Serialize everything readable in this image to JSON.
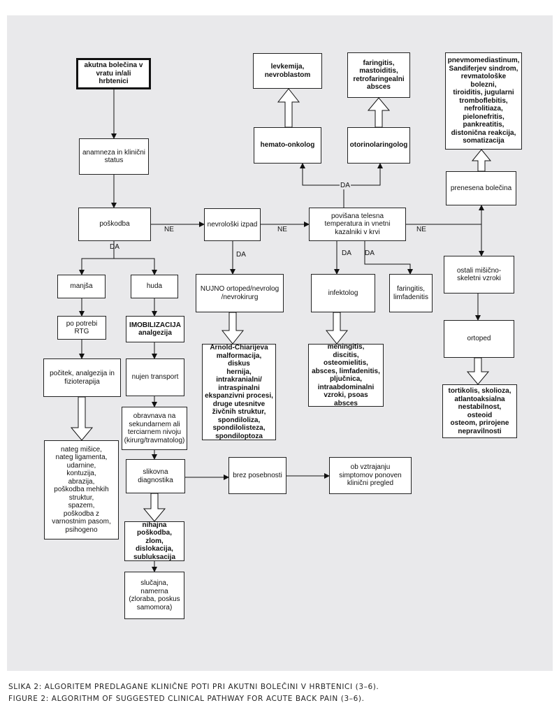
{
  "nodes": {
    "start": "akutna bolečina v\nvratu in/ali hrbtenici",
    "anamneza": "anamneza in klinični\nstatus",
    "poskodba": "poškodba",
    "manjsa": "manjša",
    "huda": "huda",
    "rtg": "po potrebi\nRTG",
    "imobilizacija": "IMOBILIZACIJA\nanalgezija",
    "pocitek": "počitek, analgezija in\nfizioterapija",
    "transport": "nujen transport",
    "obravnava": "obravnava na\nsekundarnem ali\nterciarnem nivoju\n(kirurg/travmatolog)",
    "nateg": "nateg mišice,\nnateg ligamenta,\nudarnine,\nkontuzija,\nabrazija,\npoškodba mehkih\nstruktur,\nspazem,\npoškodba z\nvarnostnim pasom,\npsihogeno",
    "slikovna": "slikovna\ndiagnostika",
    "brez": "brez posebnosti",
    "vztrajanje": "ob vztrajanju\nsimptomov ponoven\nklinični pregled",
    "nihajna": "nihajna\npoškodba,\nzlom, dislokacija,\nsubluksacija",
    "slucajna": "slučajna,\nnamerna\n(zloraba, poskus\nsamomora)",
    "nevroloski": "nevrološki izpad",
    "nujno": "NUJNO ortoped/nevrolog\n/nevrokirurg",
    "arnold": "Arnold-Chiarijeva\nmalformacija, diskus\nhernija,\nintrakranialni/\nintraspinalni\nekspanzivni procesi,\ndruge utesnitve\nživčnih struktur,\nspondiloliza,\nspondilolisteza,\nspondiloptoza",
    "povisana": "povišana telesna\ntemperatura in vnetni\nkazalniki v krvi",
    "infektolog": "infektolog",
    "faringitis2": "faringitis,\nlimfadenitis",
    "meningitis": "meningitis,\ndiscitis,\nosteomielitis,\nabsces, limfadenitis,\npljučnica,\nintraabdominalni\nvzroki, psoas absces",
    "hemato": "hemato-onkolog",
    "levkemija": "levkemija,\nnevroblastom",
    "otorino": "otorinolaringolog",
    "faringitis1": "faringitis,\nmastoiditis,\nretrofaringealni\nabsces",
    "prenesena": "prenesena  bolečina",
    "pnevmo": "pnevmomediastinum,\nSandiferjev sindrom,\nrevmatološke bolezni,\ntiroiditis, jugularni\ntromboflebitis,\nnefrolitiaza,\npielonefritis,\npankreatitis,\ndistonična reakcija,\nsomatizacija",
    "ostali": "ostali mišično-\nskeletni vzroki",
    "ortoped": "ortoped",
    "tortikolis": "tortikolis, skolioza,\natlantoaksialna\nnestabilnost, osteoid\nosteom, prirojene\nnepravilnosti"
  },
  "labels": {
    "ne": "NE",
    "da": "DA"
  },
  "caption": {
    "line1": "SLIKA 2: ALGORITEM PREDLAGANE KLINIČNE POTI PRI AKUTNI BOLEČINI V HRBTENICI (3–6).",
    "line2": "FIGURE 2: ALGORITHM OF SUGGESTED CLINICAL PATHWAY FOR ACUTE BACK PAIN (3–6)."
  }
}
